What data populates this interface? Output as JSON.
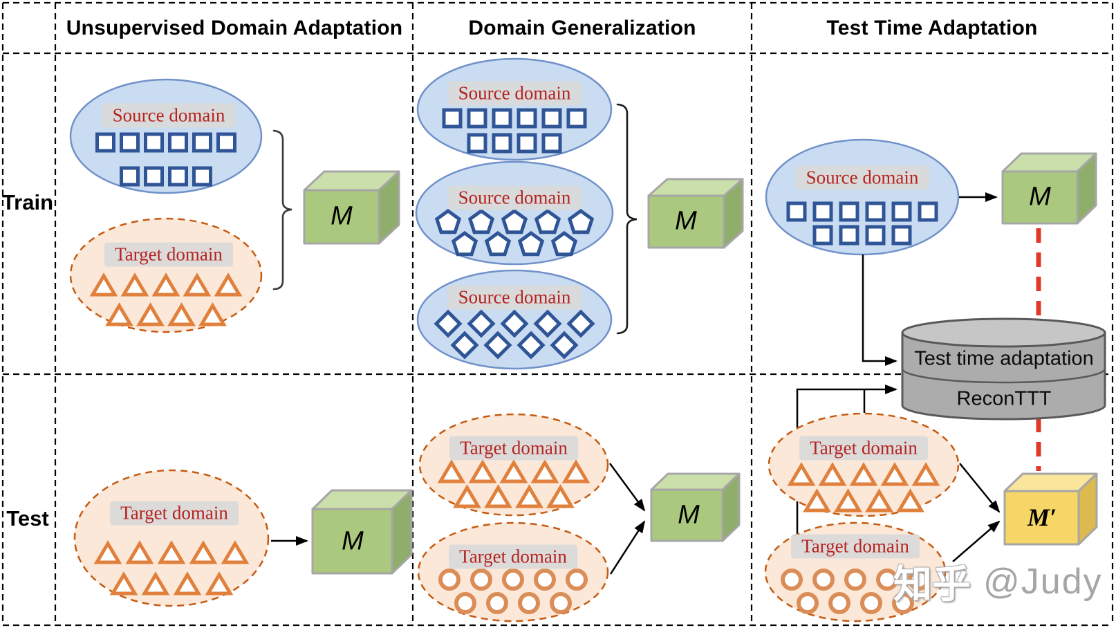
{
  "table": {
    "columns": [
      {
        "title": "Unsupervised Domain Adaptation"
      },
      {
        "title": "Domain Generalization"
      },
      {
        "title": "Test Time Adaptation"
      }
    ],
    "rows": [
      {
        "label": "Train"
      },
      {
        "label": "Test"
      }
    ]
  },
  "labels": {
    "model": "M",
    "model_adapted": "M′",
    "cylinder_top": "Test time adaptation",
    "cylinder_bottom": "ReconTTT"
  },
  "blobs": [
    {
      "id": "uda_train_source",
      "domain": "source",
      "label": "Source domain",
      "marker": "square",
      "rows": [
        6,
        4
      ]
    },
    {
      "id": "uda_train_target",
      "domain": "target",
      "label": "Target domain",
      "marker": "triangle",
      "rows": [
        5,
        4
      ]
    },
    {
      "id": "uda_test_target",
      "domain": "target",
      "label": "Target domain",
      "marker": "triangle",
      "rows": [
        5,
        4
      ]
    },
    {
      "id": "dg_source_1",
      "domain": "source",
      "label": "Source domain",
      "marker": "square",
      "rows": [
        6,
        4
      ]
    },
    {
      "id": "dg_source_2",
      "domain": "source",
      "label": "Source domain",
      "marker": "pentagon",
      "rows": [
        5,
        4
      ]
    },
    {
      "id": "dg_source_3",
      "domain": "source",
      "label": "Source domain",
      "marker": "diamond",
      "rows": [
        5,
        4
      ]
    },
    {
      "id": "dg_test_target_1",
      "domain": "target",
      "label": "Target domain",
      "marker": "triangle",
      "rows": [
        5,
        4
      ]
    },
    {
      "id": "dg_test_target_2",
      "domain": "target",
      "label": "Target domain",
      "marker": "circle",
      "rows": [
        5,
        4
      ]
    },
    {
      "id": "tta_train_source",
      "domain": "source",
      "label": "Source domain",
      "marker": "square",
      "rows": [
        6,
        4
      ]
    },
    {
      "id": "tta_test_target_1",
      "domain": "target",
      "label": "Target domain",
      "marker": "triangle",
      "rows": [
        5,
        4
      ]
    },
    {
      "id": "tta_test_target_2",
      "domain": "target",
      "label": "Target domain",
      "marker": "circle",
      "rows": [
        5,
        4
      ]
    }
  ],
  "watermark": {
    "brand": "知乎",
    "handle": "@Judy"
  },
  "colors": {
    "source_ellipse_fill": "#C9DCF2",
    "source_ellipse_stroke": "#7091C9",
    "target_ellipse_fill": "#FBE8D8",
    "target_ellipse_stroke": "#C55A11",
    "marker_blue": "#2F5597",
    "marker_triangle": "#E0803C",
    "marker_circle": "#DB8D57",
    "chip_bg": "#D9D9D9",
    "domain_text": "#B6231F",
    "cube_green_front": "#ABC97E",
    "cube_green_top": "#CADFA9",
    "cube_green_side": "#8FAE6B",
    "cube_yellow_front": "#F6D666",
    "cube_yellow_top": "#F9E59C",
    "cube_yellow_side": "#DDBA50",
    "cube_stroke": "#A6A6A6",
    "cylinder_body": "#ACACAC",
    "cylinder_top": "#C6C6C6",
    "cylinder_stroke": "#595959",
    "red_dashed": "#E0392B",
    "line": "#000000"
  }
}
